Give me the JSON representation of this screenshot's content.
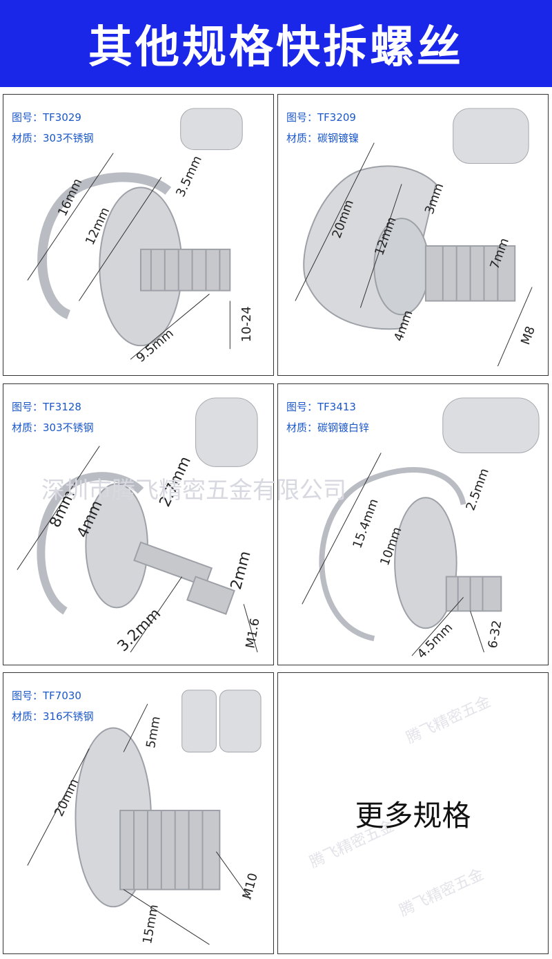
{
  "banner": {
    "title": "其他规格快拆螺丝"
  },
  "labels": {
    "model_prefix": "图号：",
    "material_prefix": "材质："
  },
  "products": [
    {
      "model": "TF3029",
      "material": "303不锈钢",
      "dims": [
        "16mm",
        "12mm",
        "3.5mm",
        "9.5mm",
        "10-24"
      ]
    },
    {
      "model": "TF3209",
      "material": "碳钢镀镍",
      "dims": [
        "20mm",
        "12mm",
        "3mm",
        "7mm",
        "4mm",
        "M8"
      ]
    },
    {
      "model": "TF3128",
      "material": "303不锈钢",
      "dims": [
        "8mm",
        "4mm",
        "2.7mm",
        "2mm",
        "3.2mm",
        "M1.6"
      ]
    },
    {
      "model": "TF3413",
      "material": "碳钢镀白锌",
      "dims": [
        "15.4mm",
        "10mm",
        "2.5mm",
        "4.5mm",
        "6-32"
      ]
    },
    {
      "model": "TF7030",
      "material": "316不锈钢",
      "dims": [
        "20mm",
        "5mm",
        "15mm",
        "M10"
      ]
    }
  ],
  "more": {
    "label": "更多规格"
  },
  "watermark": {
    "company": "深圳市腾飞精密五金有限公司",
    "short": "腾飞精密五金"
  },
  "colors": {
    "banner": "#1a27e8",
    "spec_text": "#1a57c8",
    "metal": "#c9cbcf"
  }
}
